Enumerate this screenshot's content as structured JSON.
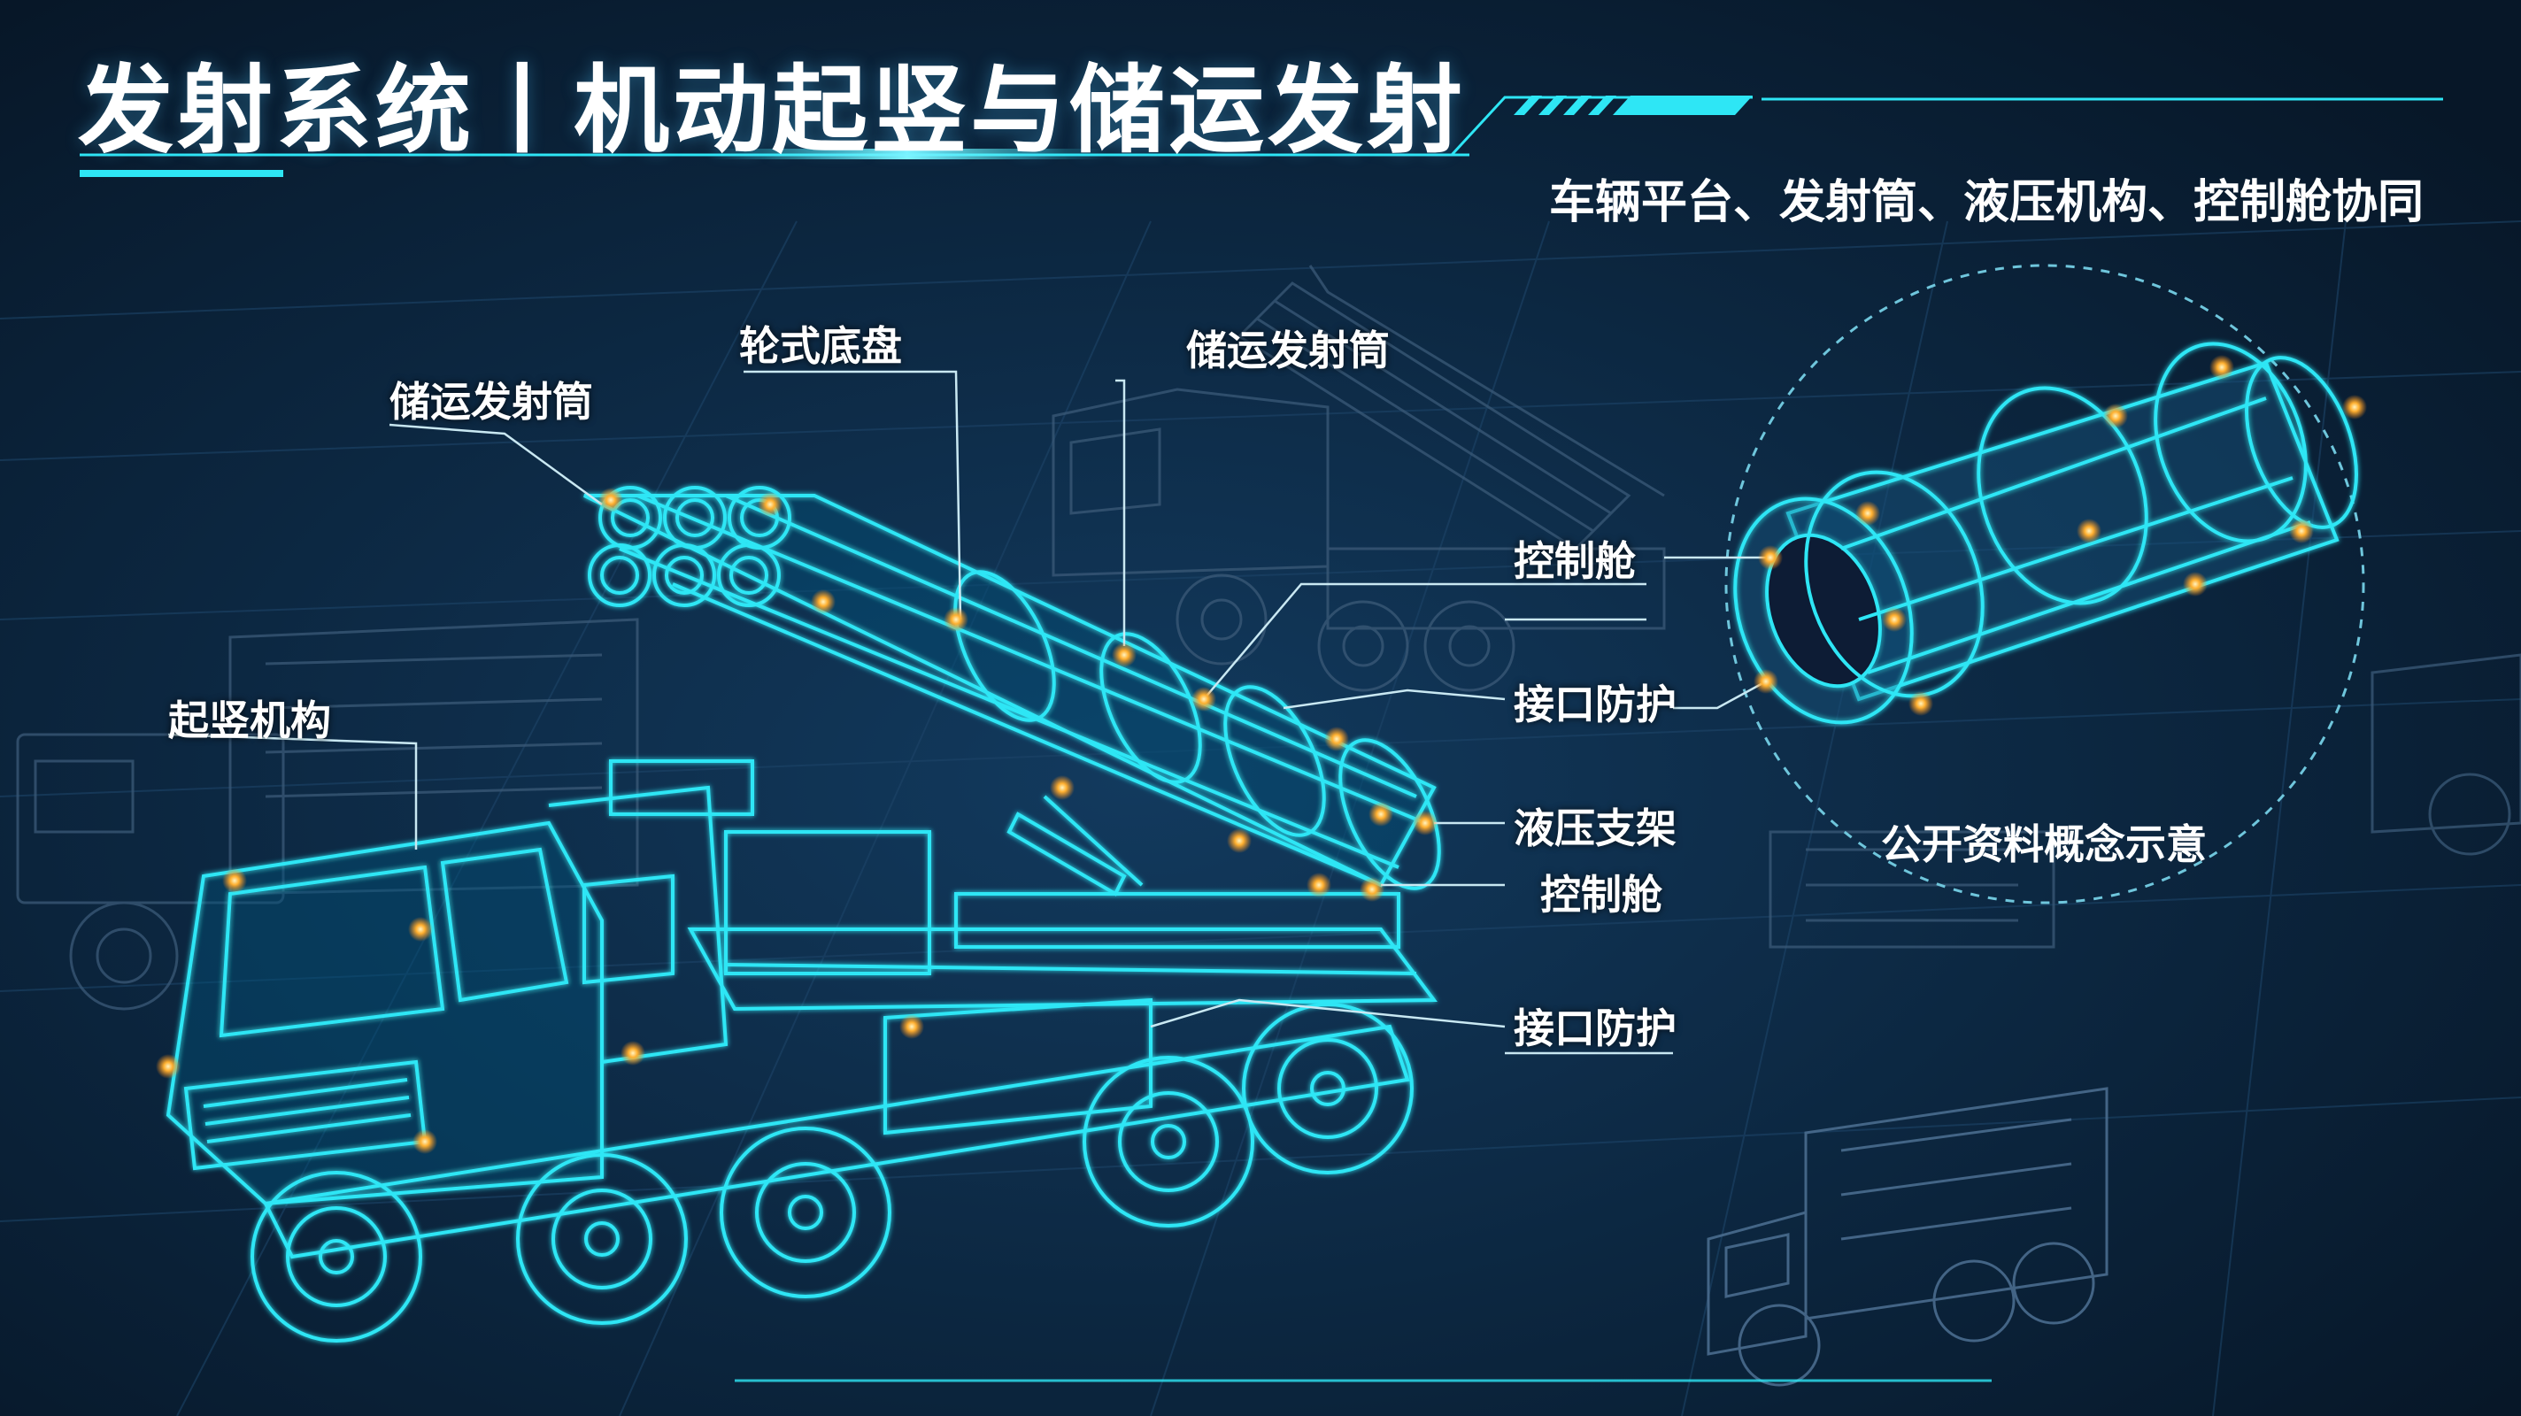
{
  "header": {
    "title": "发射系统丨机动起竖与储运发射",
    "subtitle": "车辆平台、发射筒、液压机构、控制舱协同"
  },
  "labels": {
    "canister_left": "储运发射筒",
    "chassis": "轮式底盘",
    "canister_top": "储运发射筒",
    "erector": "起竖机构",
    "control_cabin_1": "控制舱",
    "interface_protection_1": "接口防护",
    "hydraulic_support": "液压支架",
    "control_cabin_2": "控制舱",
    "interface_protection_2": "接口防护"
  },
  "detail_view": {
    "caption": "公开资料概念示意"
  },
  "colors": {
    "background": "#0a1e36",
    "wireframe": "#2ee6f5",
    "highlight": "#ffa020",
    "ghost": "#3b5a78",
    "text": "#ffffff"
  }
}
